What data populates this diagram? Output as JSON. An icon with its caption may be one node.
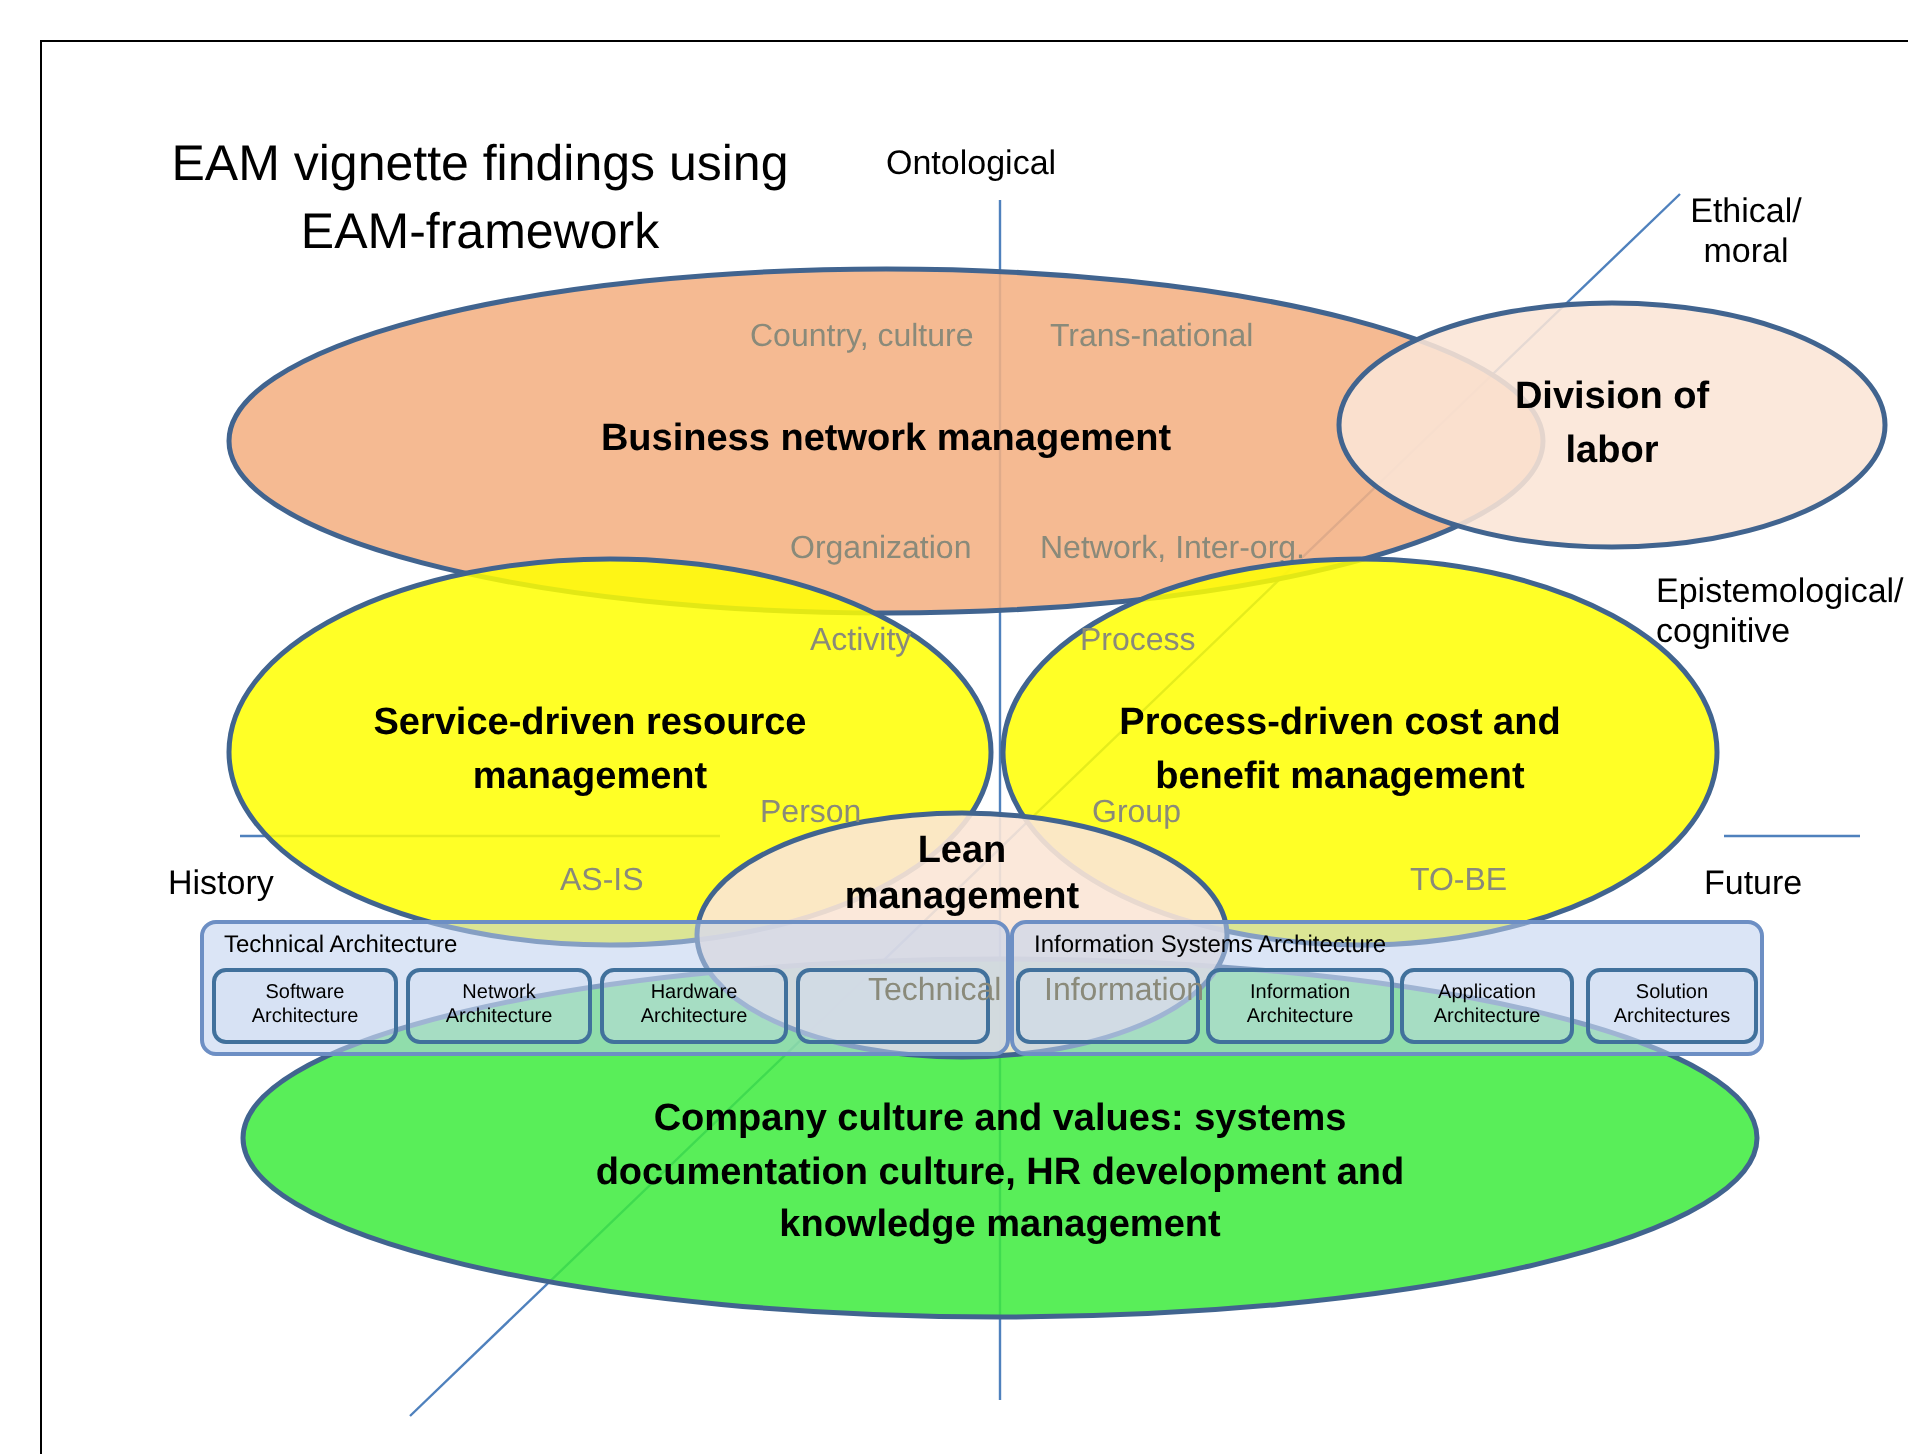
{
  "diagram": {
    "title": "EAM vignette findings using EAM-framework",
    "nodes": [
      {
        "text": [
          "Business network management"
        ]
      },
      {
        "text": [
          "Division of labor"
        ]
      },
      {
        "text": [
          "Service-driven resource management"
        ]
      },
      {
        "text": [
          "Process-driven cost and benefit management"
        ]
      },
      {
        "text": [
          "Lean management"
        ]
      },
      {
        "text": [
          "Company culture and values: systems documentation culture, HR development and knowledge management"
        ]
      },
      {
        "text": [
          "Technical Architecture"
        ]
      },
      {
        "text": [
          "Software Architecture"
        ],
        "in": 6
      },
      {
        "text": [
          "Network Architecture"
        ]
      },
      {
        "text": [
          "Hardware Architecture"
        ]
      },
      {
        "text": [],
        "shape": "box"
      },
      {
        "text": [
          "Information Systems Architecture"
        ]
      },
      {
        "text": [],
        "shape": "box"
      },
      {
        "text": [
          "Information Architecture"
        ]
      },
      {
        "text": [
          "Application Architecture"
        ]
      },
      {
        "text": [
          "Solution Architectures"
        ],
        "in": 11
      }
    ],
    "labels": [
      "Ontological",
      "Ethical/ moral",
      "Country, culture",
      "Trans-national",
      "Organization",
      "Network, Inter-org.",
      "Activity",
      "Process",
      "Epistemological/ cognitive",
      "Person",
      "Group",
      "History",
      "AS-IS",
      "Technical",
      "Information",
      "TO-BE",
      "Future"
    ]
  }
}
